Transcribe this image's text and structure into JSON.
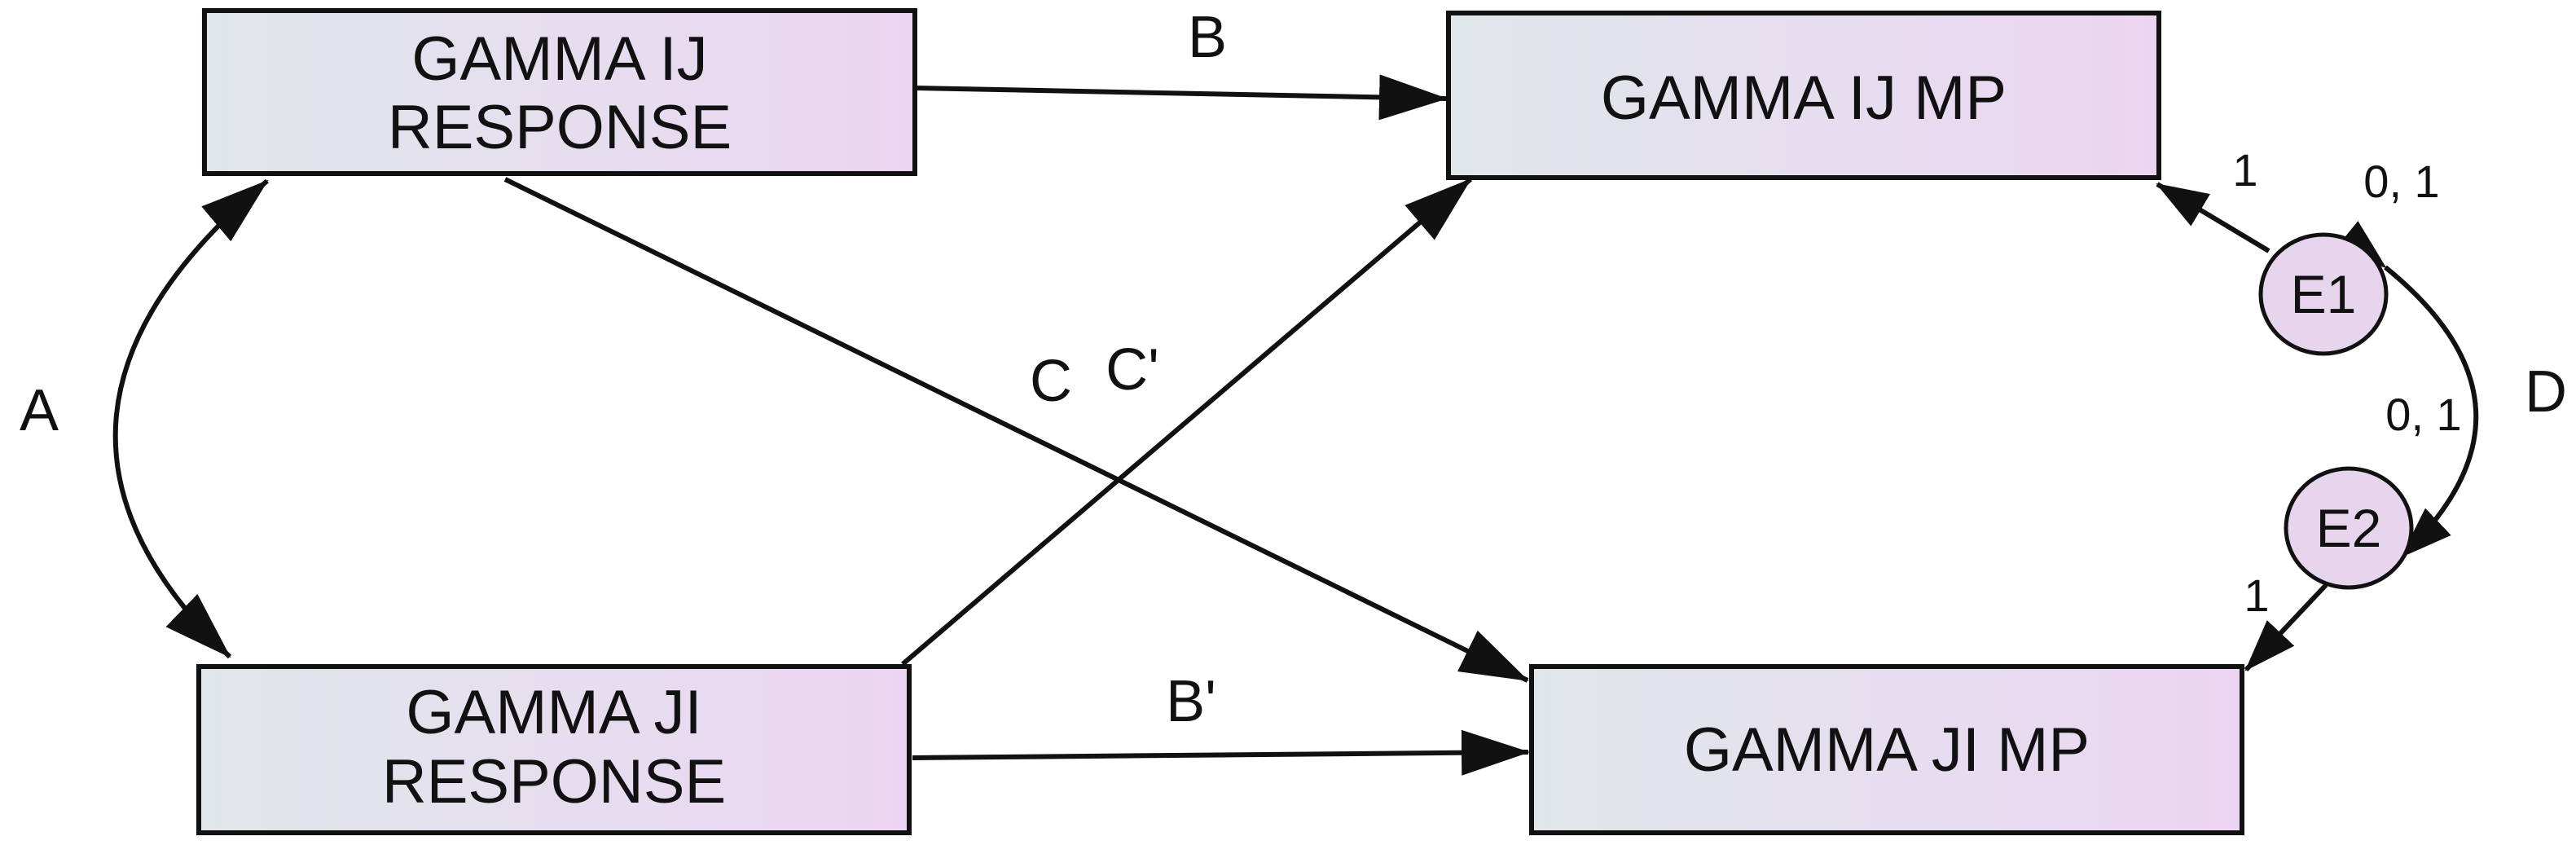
{
  "boxes": {
    "ij_response": {
      "line1": "GAMMA IJ",
      "line2": "RESPONSE"
    },
    "ji_response": {
      "line1": "GAMMA JI",
      "line2": "RESPONSE"
    },
    "ij_mp": {
      "label": "GAMMA IJ MP"
    },
    "ji_mp": {
      "label": "GAMMA JI MP"
    }
  },
  "errors": {
    "e1": {
      "label": "E1",
      "params": "0, 1"
    },
    "e2": {
      "label": "E2",
      "params": "0, 1"
    }
  },
  "paths": {
    "a": "A",
    "b": "B",
    "b_prime": "B'",
    "c": "C",
    "c_prime": "C'",
    "d": "D",
    "e1_loading": "1",
    "e2_loading": "1"
  },
  "colors": {
    "box_left": "#dfe7ea",
    "box_right": "#ecd5f3",
    "circle_fill": "#e7d5ee",
    "stroke": "#111111"
  }
}
